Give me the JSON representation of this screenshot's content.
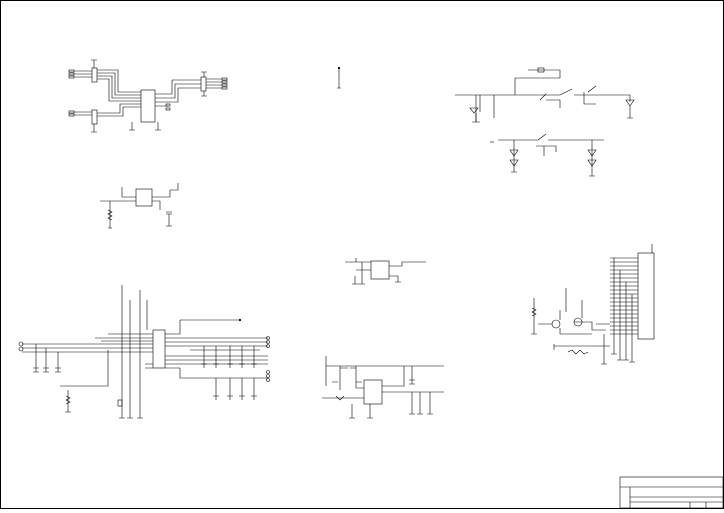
{
  "sheet": {
    "background": "#ffffff",
    "line_color": "#000000",
    "title_block": {
      "rows": 3,
      "text": []
    }
  },
  "circuits": [
    {
      "id": "connector-bridge-ic",
      "kind": "ic-with-two-connectors"
    },
    {
      "id": "test-point",
      "kind": "single-terminal"
    },
    {
      "id": "switch-diode-network",
      "kind": "switches-and-diodes"
    },
    {
      "id": "regulator-small",
      "kind": "regulator"
    },
    {
      "id": "regulator-mid",
      "kind": "regulator"
    },
    {
      "id": "multi-ic-bus",
      "kind": "ic-bus-with-capacitors"
    },
    {
      "id": "power-supply",
      "kind": "regulator-with-capacitors"
    },
    {
      "id": "transistor-connector",
      "kind": "transistors-and-connector"
    }
  ]
}
